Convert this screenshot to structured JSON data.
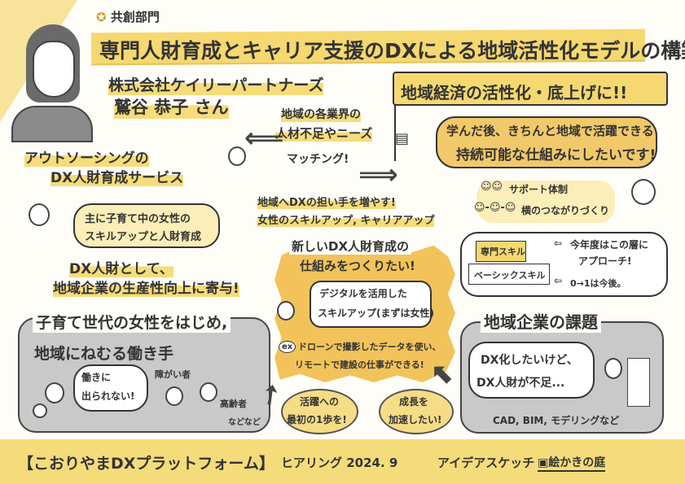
{
  "header": {
    "department": "共創部門",
    "title": "専門人財育成とキャリア支援のDXによる地域活性化モデルの構築",
    "company": "株式会社ケイリーパートナーズ",
    "person": "鷲谷 恭子 さん"
  },
  "goal": {
    "banner": "地域経済の活性化・底上げに!!",
    "speech": [
      "学んだ後、きちんと地域で活躍できる",
      "持続可能な仕組みにしたいです!"
    ],
    "support": "サポート体制",
    "network": "横のつながりづくり"
  },
  "matching": {
    "needs_line1": "地域の各業界の",
    "needs_line2": "人材不足やニーズ",
    "label": "マッチング!",
    "result_line1": "地域へDXの担い手を増やす!",
    "result_line2": "女性のスキルアップ, キャリアアップ"
  },
  "service": {
    "title_line1": "アウトソーシングの",
    "title_line2": "DX人財育成サービス",
    "bubble": [
      "主に子育て中の女性の",
      "スキルアップと人財育成"
    ],
    "contribution_line1": "DX人財として、",
    "contribution_line2": "地域企業の生産性向上に寄与!"
  },
  "workers": {
    "title_line1": "子育て世代の女性をはじめ,",
    "title_line2": "地域にねむる働き手",
    "bubble": [
      "働きに",
      "出られない!"
    ],
    "disabled": "障がい者",
    "elderly": "高齢者",
    "etc": "などなど"
  },
  "center": {
    "title_line1": "新しいDX人財育成の",
    "title_line2": "仕組みをつくりたい!",
    "box": [
      "デジタルを活用した",
      "スキルアップ(まずは女性)"
    ],
    "ex_badge": "ex",
    "example": [
      "ドローンで撮影したデータを使い、",
      "リモートで建設の仕事ができる!"
    ]
  },
  "circles": {
    "first_step": [
      "活躍への",
      "最初の1歩を!"
    ],
    "growth": [
      "成長を",
      "加速したい!"
    ]
  },
  "skills": {
    "specialist": "専門スキル",
    "basic": "ベーシックスキル",
    "approach": [
      "今年度はこの層に",
      "アプローチ!"
    ],
    "future": "0→1は今後。"
  },
  "issues": {
    "title": "地域企業の課題",
    "bubble": [
      "DX化したいけど、",
      "DX人財が不足..."
    ],
    "examples": "CAD, BIM, モデリングなど"
  },
  "footer": {
    "platform": "【こおりやまDXプラットフォーム】",
    "hearing": "ヒアリング 2024. 9",
    "sketch": "アイデアスケッチ",
    "logo": "絵かきの庭"
  }
}
